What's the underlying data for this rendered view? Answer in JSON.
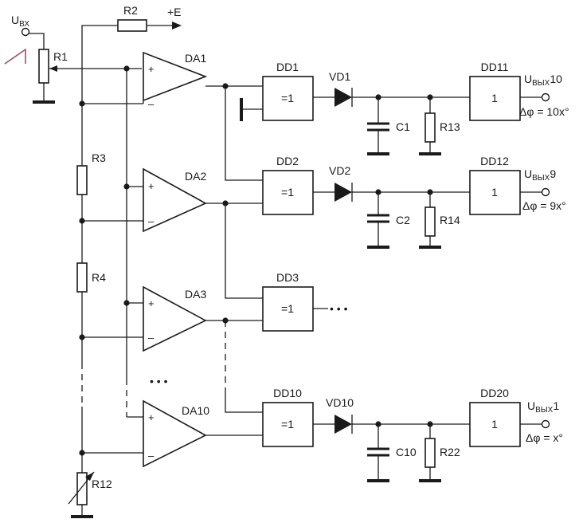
{
  "input": {
    "label": "U",
    "subscript": "ВХ"
  },
  "supply": "+E",
  "resistors": {
    "r1": "R1",
    "r2": "R2",
    "r3": "R3",
    "r4": "R4",
    "r12": "R12",
    "r13": "R13",
    "r14": "R14",
    "r22": "R22"
  },
  "opamps": [
    "DA1",
    "DA2",
    "DA3",
    "DA10"
  ],
  "opamp_pins": {
    "plus": "+",
    "minus": "–"
  },
  "xor_gates": [
    "DD1",
    "DD2",
    "DD3",
    "DD10"
  ],
  "xor_symbol": "=1",
  "buffers": [
    "DD11",
    "DD12",
    "DD20"
  ],
  "buffer_symbol": "1",
  "diodes": [
    "VD1",
    "VD2",
    "VD10"
  ],
  "capacitors": [
    "C1",
    "C2",
    "C10"
  ],
  "ellipsis": "• • •",
  "outputs": [
    {
      "label": "U",
      "subscript": "ВЫХ",
      "index": "10",
      "phase": "Δφ = 10x°"
    },
    {
      "label": "U",
      "subscript": "ВЫХ",
      "index": "9",
      "phase": "Δφ = 9x°"
    },
    {
      "label": "U",
      "subscript": "ВЫХ",
      "index": "1",
      "phase": "Δφ = x°"
    }
  ]
}
